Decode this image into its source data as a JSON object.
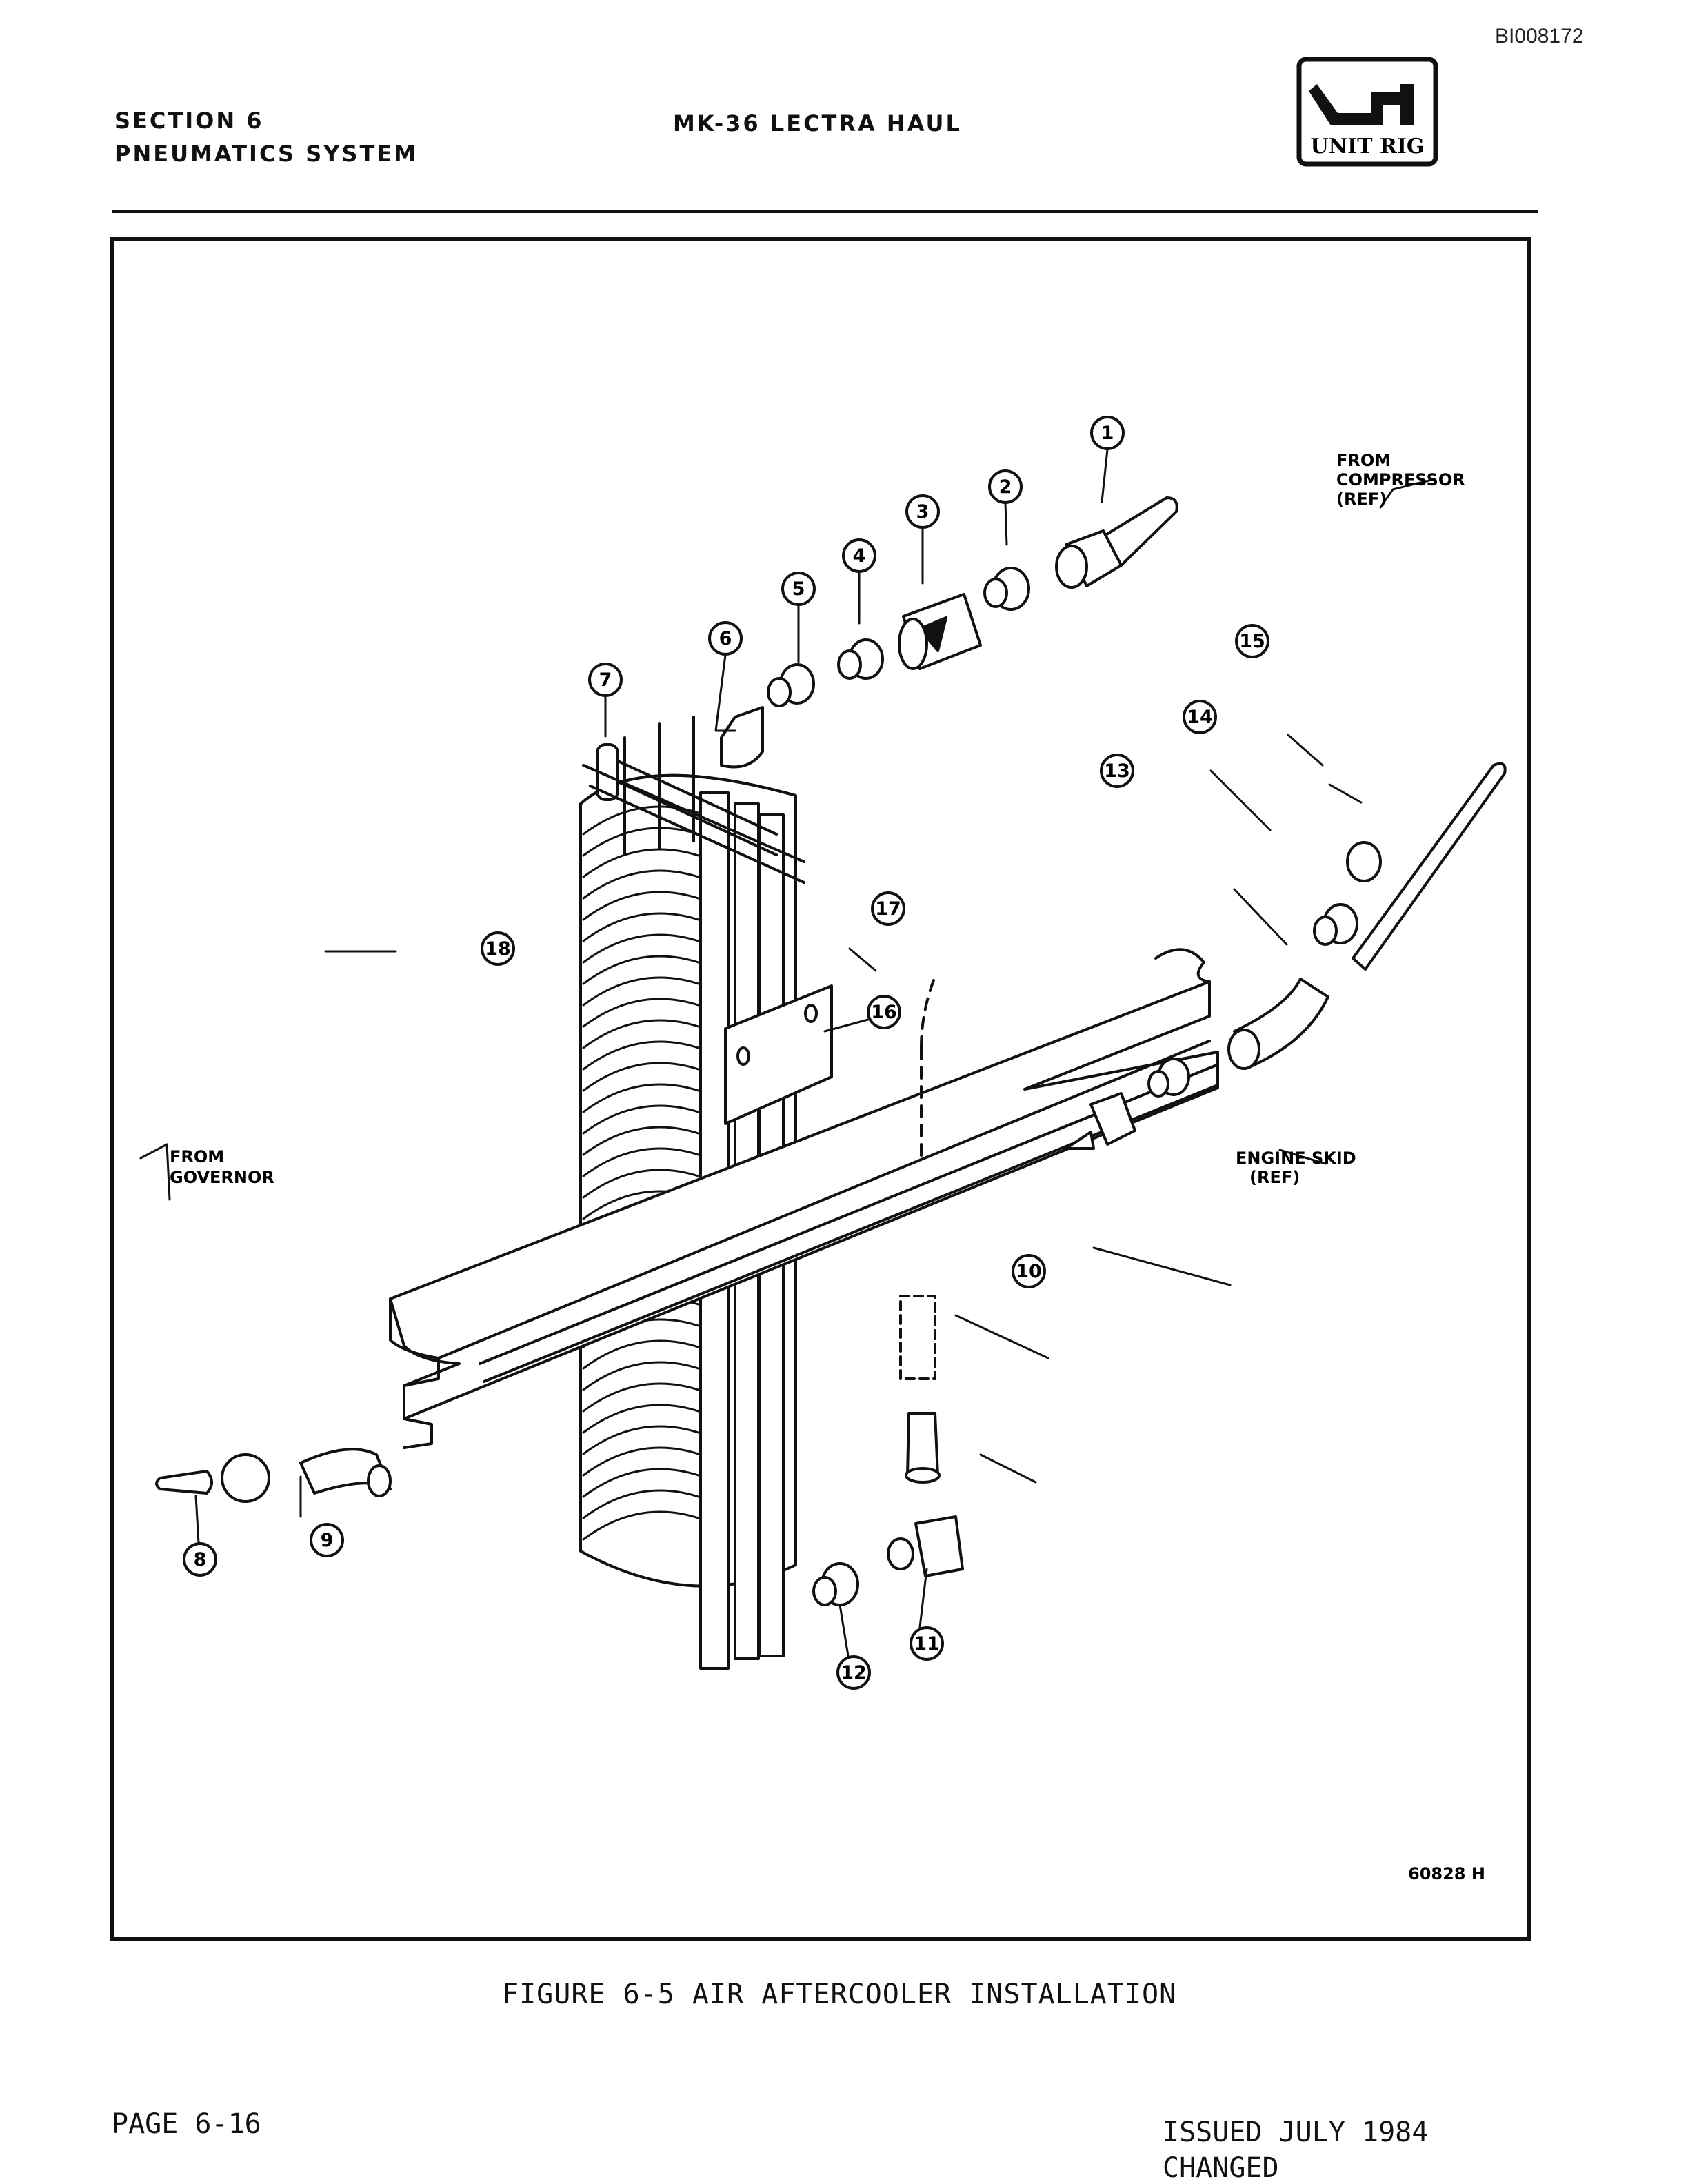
{
  "doc_id": "BI008172",
  "header": {
    "section": "SECTION 6",
    "system": "PNEUMATICS SYSTEM",
    "title": "MK-36 LECTRA HAUL",
    "logo_text": "UNIT RIG",
    "logo_icon": "unit-rig-logo"
  },
  "figure": {
    "callouts": [
      "1",
      "2",
      "3",
      "4",
      "5",
      "6",
      "7",
      "8",
      "9",
      "10",
      "11",
      "12",
      "13",
      "14",
      "15",
      "16",
      "17",
      "18"
    ],
    "notes": {
      "from_compressor": [
        "FROM",
        "COMPRESSOR",
        "(REF)"
      ],
      "from_governor": [
        "FROM",
        "GOVERNOR"
      ],
      "engine_skid": [
        "ENGINE SKID",
        "(REF)"
      ]
    },
    "drawing_number": "60828 H",
    "caption": "FIGURE 6-5 AIR AFTERCOOLER INSTALLATION"
  },
  "footer": {
    "page": "PAGE 6-16",
    "issued": "ISSUED JULY 1984",
    "changed": "CHANGED"
  }
}
